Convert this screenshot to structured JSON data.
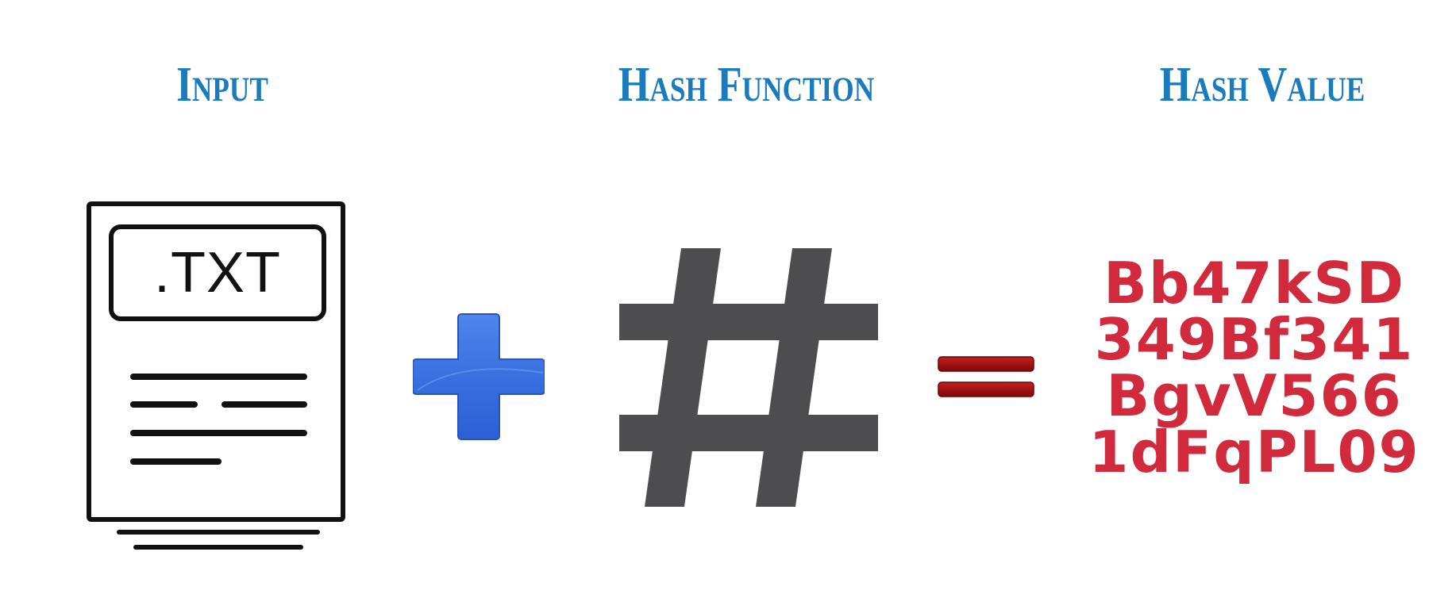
{
  "headings": {
    "input": "Input",
    "function": "Hash Function",
    "value": "Hash Value"
  },
  "input_file": {
    "label": ".TXT",
    "icon": "text-document-icon"
  },
  "operators": {
    "plus_icon": "plus-icon",
    "equals_icon": "equals-icon"
  },
  "function_icon": "hash-sign-icon",
  "hash_value_lines": [
    "Bb47kSD",
    "349Bf341",
    "BgvV566",
    "1dFqPL09"
  ],
  "colors": {
    "heading": "#1a7bbd",
    "hash_text": "#d02a3c",
    "hash_sign": "#4d4d4f",
    "plus": "#3a6fe0",
    "equals": "#a10f0f",
    "document": "#111111"
  }
}
